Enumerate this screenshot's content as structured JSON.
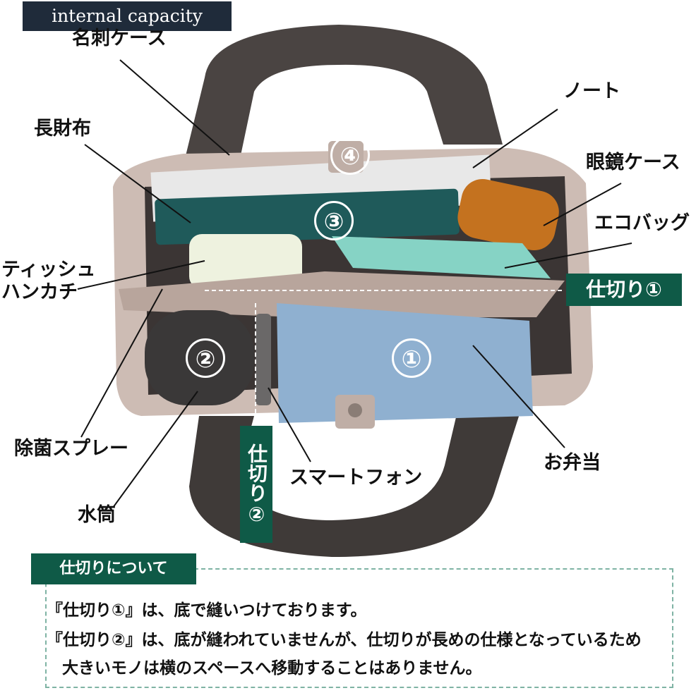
{
  "header": {
    "label": "internal capacity"
  },
  "labels": {
    "meishi": "名刺ケース",
    "note": "ノート",
    "nagazaifu": "長財布",
    "megane": "眼鏡ケース",
    "ecobag": "エコバッグ",
    "tissue_1": "ティッシュ",
    "tissue_2": "ハンカチ",
    "spray": "除菌スプレー",
    "bottle": "水筒",
    "phone": "スマートフォン",
    "lunch": "お弁当"
  },
  "tags": {
    "divider1": "仕切り①",
    "divider2": "仕切り②"
  },
  "numbers": {
    "n1": "①",
    "n2": "②",
    "n3": "③",
    "n4": "④"
  },
  "notes": {
    "title": "仕切りについて",
    "line1": "『仕切り①』は、底で縫いつけております。",
    "line2": "『仕切り②』は、底が縫われていませんが、仕切りが長めの仕様となっているため",
    "line3": "大きいモノは横のスペースへ移動することはありません。"
  },
  "colors": {
    "accent": "#0f5a47",
    "header_bg": "#1f2b3a",
    "bag": "#cdbcb4",
    "strap": "#4a4442"
  }
}
